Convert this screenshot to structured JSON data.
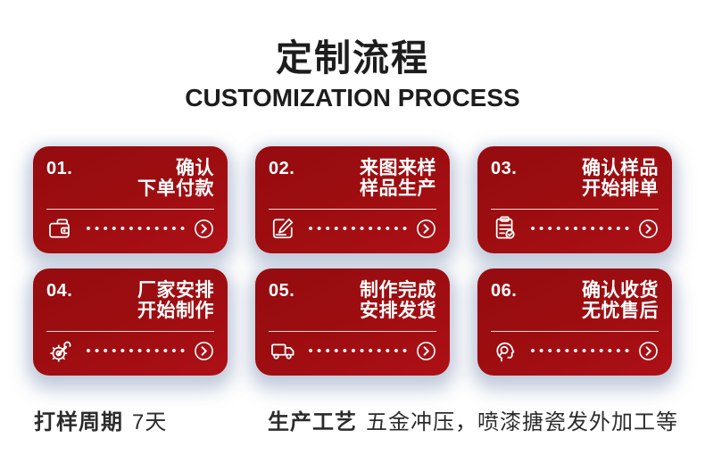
{
  "header": {
    "title": "定制流程",
    "subtitle": "CUSTOMIZATION PROCESS"
  },
  "steps": [
    {
      "number": "01.",
      "line1": "确认",
      "line2": "下单付款",
      "icon": "wallet-icon"
    },
    {
      "number": "02.",
      "line1": "来图来样",
      "line2": "样品生产",
      "icon": "edit-sample-icon"
    },
    {
      "number": "03.",
      "line1": "确认样品",
      "line2": "开始排单",
      "icon": "clipboard-check-icon"
    },
    {
      "number": "04.",
      "line1": "厂家安排",
      "line2": "开始制作",
      "icon": "gear-wrench-icon"
    },
    {
      "number": "05.",
      "line1": "制作完成",
      "line2": "安排发货",
      "icon": "truck-icon"
    },
    {
      "number": "06.",
      "line1": "确认收货",
      "line2": "无忧售后",
      "icon": "after-sales-service-icon"
    }
  ],
  "footer": {
    "left_label": "打样周期",
    "left_value": "7天",
    "right_label": "生产工艺",
    "right_value": "五金冲压，喷漆搪瓷发外加工等"
  },
  "colors": {
    "card_red_top": "#950c10",
    "card_red_bottom": "#ad1016",
    "card_shadow": "#dcdfe8",
    "text_dark": "#1d1d1d",
    "icon_white": "#ffffff"
  }
}
